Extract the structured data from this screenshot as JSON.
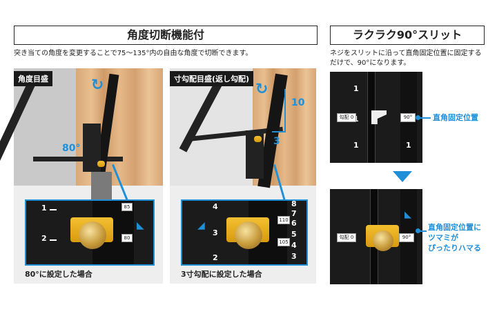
{
  "left_section": {
    "header": "角度切断機能付",
    "description": "突き当ての角度を変更することで75〜135°内の自由な角度で切断できます。",
    "panel_a": {
      "tag": "角度目盛",
      "angle_label": "80°",
      "zoom_scale": [
        "1",
        "2"
      ],
      "zoom_box_top": "85",
      "zoom_box_mid": "80",
      "caption": "80°に設定した場合"
    },
    "panel_b": {
      "tag": "寸勾配目盛(返し勾配)",
      "rise_label": "10",
      "run_label": "3",
      "zoom_scale_left": [
        "4",
        "3",
        "2"
      ],
      "zoom_scale_right": [
        "8",
        "7",
        "6",
        "5",
        "4",
        "3"
      ],
      "zoom_box_top": "110",
      "zoom_box_mid": "105",
      "caption": "3寸勾配に設定した場合"
    }
  },
  "right_section": {
    "header": "ラクラク90°スリット",
    "description_line1": "ネジをスリットに沿って直角固定位置に固定する",
    "description_line2": "だけで、90°になります。",
    "top_photo": {
      "box_label": "勾配 0",
      "box_right": "90°",
      "scale": [
        "1",
        "1",
        "1",
        "1"
      ],
      "callout": "直角固定位置"
    },
    "bottom_photo": {
      "box_label": "勾配 0",
      "box_right": "90°",
      "callout_lines": [
        "直角固定位置に",
        "ツマミが",
        "ぴったりハマる"
      ]
    }
  },
  "colors": {
    "accent_blue": "#1f8fd8",
    "gold": "#e6ac1e",
    "dark": "#1b1b1b"
  }
}
